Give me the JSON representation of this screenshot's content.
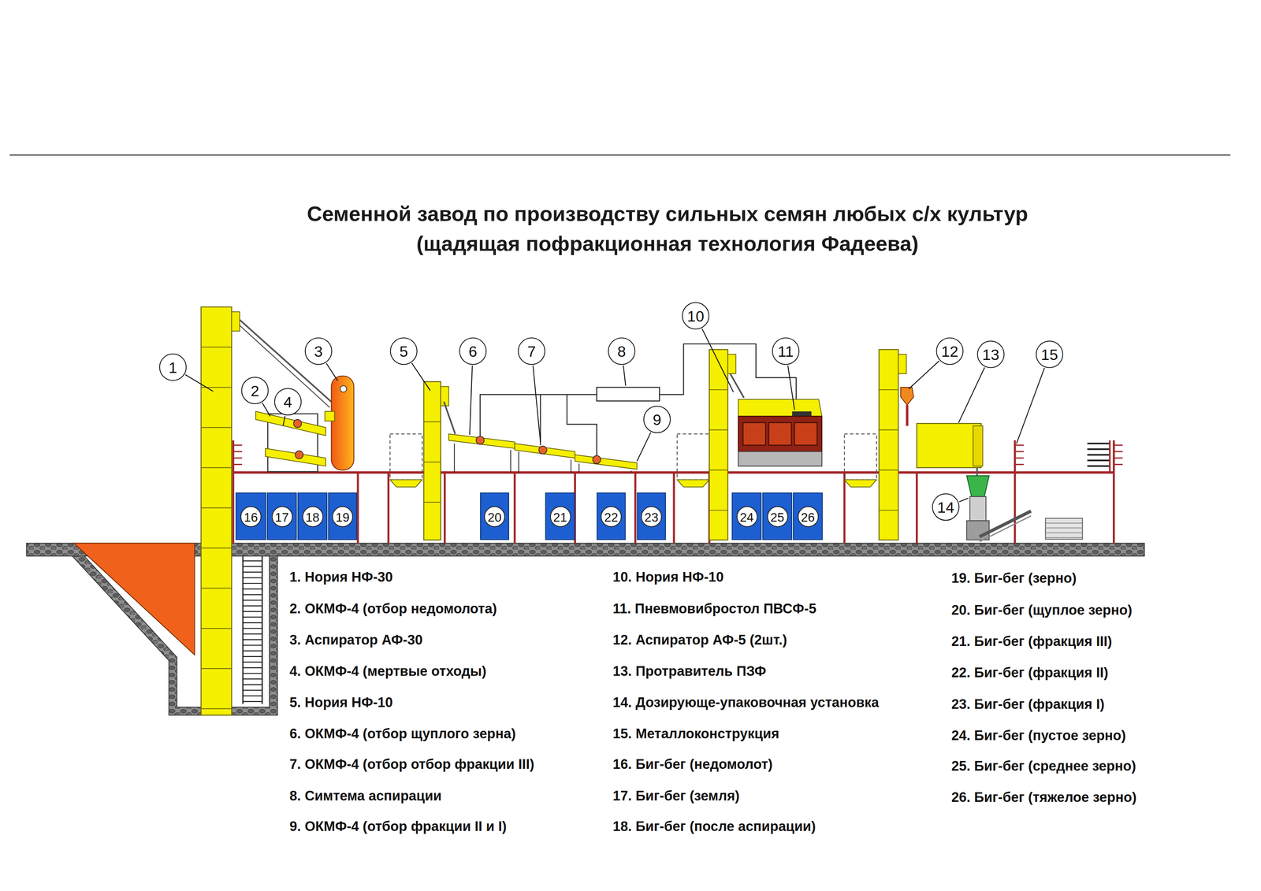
{
  "diagram": {
    "title": "Семенной завод по производству сильных семян любых с/х культур (щадящая пофракционная технология Фадеева)",
    "nodes": [
      {
        "text": [
          "1"
        ]
      },
      {
        "text": [
          "2"
        ]
      },
      {
        "text": [
          "3"
        ]
      },
      {
        "text": [
          "4"
        ]
      },
      {
        "text": [
          "5"
        ]
      },
      {
        "text": [
          "6"
        ]
      },
      {
        "text": [
          "7"
        ]
      },
      {
        "text": [
          "8"
        ]
      },
      {
        "text": [
          "9"
        ]
      },
      {
        "text": [
          "10"
        ]
      },
      {
        "text": [
          "11"
        ]
      },
      {
        "text": [
          "12"
        ]
      },
      {
        "text": [
          "13"
        ]
      },
      {
        "text": [
          "14"
        ]
      },
      {
        "text": [
          "15"
        ]
      },
      {
        "text": [
          "16"
        ]
      },
      {
        "text": [
          "17"
        ]
      },
      {
        "text": [
          "18"
        ]
      },
      {
        "text": [
          "19"
        ]
      },
      {
        "text": [
          "20"
        ]
      },
      {
        "text": [
          "21"
        ]
      },
      {
        "text": [
          "22"
        ]
      },
      {
        "text": [
          "23"
        ]
      },
      {
        "text": [
          "24"
        ]
      },
      {
        "text": [
          "25"
        ]
      },
      {
        "text": [
          "26"
        ]
      }
    ],
    "labels": [
      "1. Нория НФ-30",
      "2. ОКМФ-4 (отбор недомолота)",
      "3. Аспиратор АФ-30",
      "4. ОКМФ-4 (мертвые отходы)",
      "5. Нория НФ-10",
      "6. ОКМФ-4 (отбор щуплого зерна)",
      "7. ОКМФ-4 (отбор отбор фракции III)",
      "8. Симтема аспирации",
      "9. ОКМФ-4 (отбор фракции II и I)",
      "10. Нория НФ-10",
      "11. Пневмовибростол ПВСФ-5",
      "12. Аспиратор АФ-5 (2шт.)",
      "13. Протравитель ПЗФ",
      "14. Дозирующе-упаковочная установка",
      "15. Металлоконструкция",
      "16. Биг-бег (недомолот)",
      "17. Биг-бег (земля)",
      "18. Биг-бег (после аспирации)",
      "19. Биг-бег (зерно)",
      "20. Биг-бег (щуплое зерно)",
      "21. Биг-бег (фракция III)",
      "22. Биг-бег (фракция II)",
      "23. Биг-бег (фракция I)",
      "24. Биг-бег (пустое зерно)",
      "25. Биг-бег (среднее зерно)",
      "26. Биг-бег (тяжелое зерно)"
    ]
  }
}
